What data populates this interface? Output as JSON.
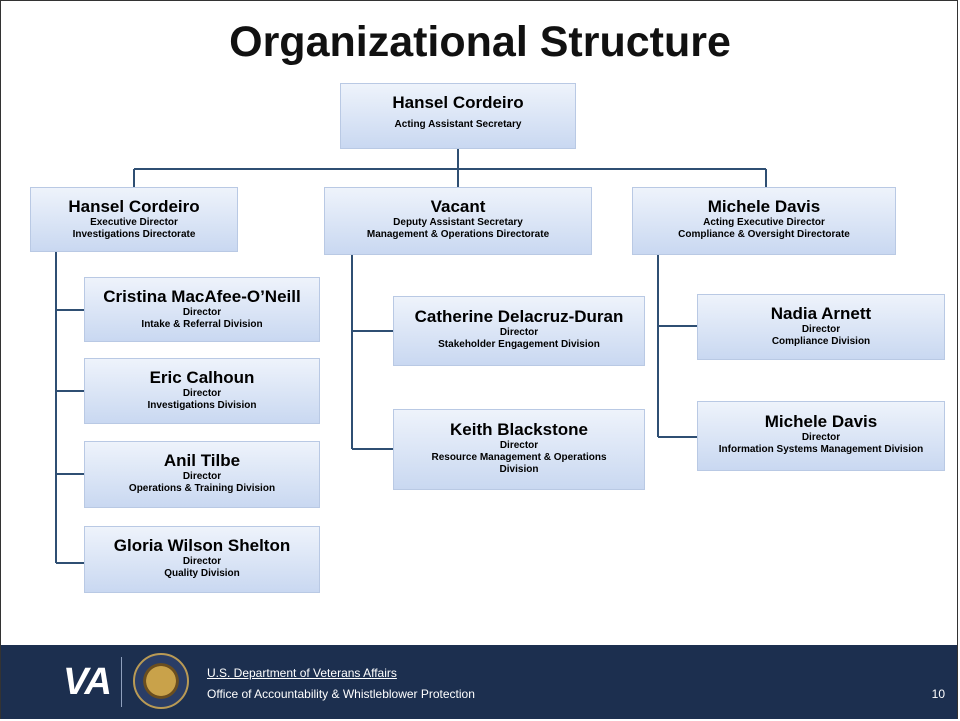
{
  "title": "Organizational Structure",
  "top": {
    "name": "Hansel Cordeiro",
    "role": "Acting Assistant Secretary"
  },
  "col1": {
    "head": {
      "name": "Hansel Cordeiro",
      "role": "Executive Director",
      "unit": "Investigations Directorate"
    },
    "items": [
      {
        "name": "Cristina MacAfee-O’Neill",
        "role": "Director",
        "unit": "Intake & Referral Division"
      },
      {
        "name": "Eric Calhoun",
        "role": "Director",
        "unit": "Investigations Division"
      },
      {
        "name": "Anil Tilbe",
        "role": "Director",
        "unit": "Operations & Training Division"
      },
      {
        "name": "Gloria Wilson Shelton",
        "role": "Director",
        "unit": "Quality Division"
      }
    ]
  },
  "col2": {
    "head": {
      "name": "Vacant",
      "role": "Deputy Assistant Secretary",
      "unit": "Management & Operations Directorate"
    },
    "items": [
      {
        "name": "Catherine Delacruz-Duran",
        "role": "Director",
        "unit": "Stakeholder Engagement Division"
      },
      {
        "name": "Keith Blackstone",
        "role": "Director",
        "unit": "Resource Management & Operations Division"
      }
    ]
  },
  "col3": {
    "head": {
      "name": "Michele Davis",
      "role": "Acting Executive Director",
      "unit": "Compliance & Oversight Directorate"
    },
    "items": [
      {
        "name": "Nadia Arnett",
        "role": "Director",
        "unit": "Compliance Division"
      },
      {
        "name": "Michele Davis",
        "role": "Director",
        "unit": "Information Systems Management Division"
      }
    ]
  },
  "footer": {
    "logo": "VA",
    "line1": "U.S. Department of Veterans Affairs",
    "line2": "Office of Accountability & Whistleblower Protection",
    "page": "10"
  },
  "colors": {
    "box_top": "#eef3fb",
    "box_bottom": "#c9d8f1",
    "connector": "#2f4f73",
    "footer_bg": "#1c2f4f"
  }
}
